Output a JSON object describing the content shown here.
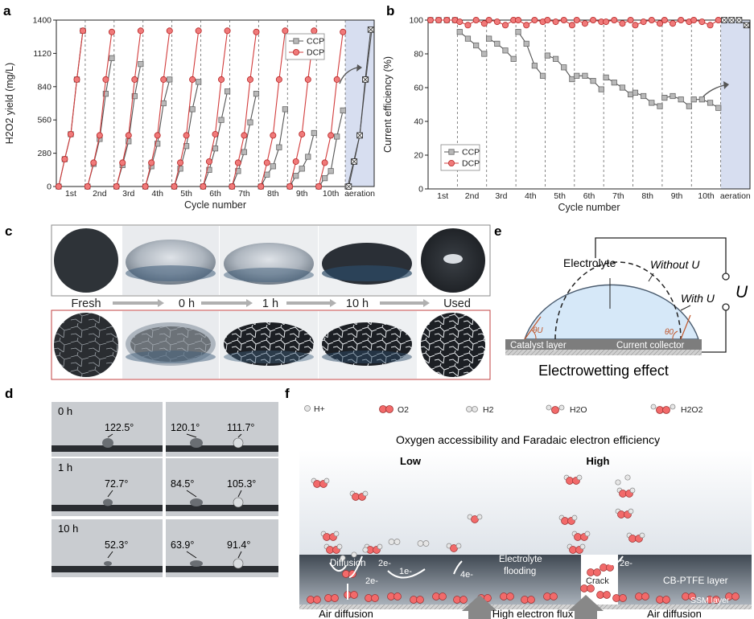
{
  "panels": {
    "a": "a",
    "b": "b",
    "c": "c",
    "d": "d",
    "e": "e",
    "f": "f"
  },
  "chart_data": [
    {
      "type": "line",
      "panel": "a",
      "ylabel": "H2O2 yield (mg/L)",
      "xlabel": "Cycle number",
      "ylim": [
        0,
        1400
      ],
      "yticks": [
        0,
        280,
        560,
        840,
        1120,
        1400
      ],
      "cycle_labels": [
        "1st",
        "2nd",
        "3rd",
        "4th",
        "5th",
        "6th",
        "7th",
        "8th",
        "9th",
        "10th",
        "aeration"
      ],
      "legend_placement": "top-right",
      "series": [
        {
          "name": "CCP",
          "cycles": [
            [
              0,
              230,
              440,
              900,
              1310
            ],
            [
              0,
              190,
              400,
              780,
              1080
            ],
            [
              0,
              180,
              380,
              760,
              1030
            ],
            [
              0,
              170,
              360,
              700,
              900
            ],
            [
              0,
              150,
              340,
              650,
              880
            ],
            [
              0,
              140,
              320,
              560,
              800
            ],
            [
              0,
              130,
              290,
              540,
              780
            ],
            [
              0,
              100,
              170,
              330,
              650
            ],
            [
              0,
              90,
              150,
              250,
              450
            ],
            [
              0,
              70,
              130,
              420,
              640
            ],
            [
              0,
              210,
              430,
              900,
              1320
            ]
          ]
        },
        {
          "name": "DCP",
          "cycles": [
            [
              0,
              230,
              440,
              900,
              1310
            ],
            [
              0,
              200,
              430,
              900,
              1300
            ],
            [
              0,
              200,
              430,
              900,
              1310
            ],
            [
              0,
              200,
              430,
              900,
              1310
            ],
            [
              0,
              200,
              430,
              900,
              1310
            ],
            [
              0,
              210,
              440,
              900,
              1310
            ],
            [
              0,
              200,
              430,
              900,
              1300
            ],
            [
              0,
              200,
              430,
              900,
              1310
            ],
            [
              0,
              210,
              440,
              900,
              1310
            ],
            [
              0,
              200,
              430,
              900,
              1300
            ]
          ]
        }
      ],
      "aeration_markers": [
        0,
        210,
        430,
        900,
        1320
      ]
    },
    {
      "type": "line",
      "panel": "b",
      "ylabel": "Current efficiency (%)",
      "xlabel": "Cycle number",
      "ylim": [
        0,
        100
      ],
      "yticks": [
        0,
        20,
        40,
        60,
        80,
        100
      ],
      "cycle_labels": [
        "1st",
        "2nd",
        "3rd",
        "4th",
        "5th",
        "6th",
        "7th",
        "8th",
        "9th",
        "10th",
        "aeration"
      ],
      "legend_placement": "bottom-left",
      "series": [
        {
          "name": "CCP",
          "cycles": [
            [
              100,
              100,
              100,
              100
            ],
            [
              93,
              89,
              85,
              80
            ],
            [
              89,
              86,
              82,
              77
            ],
            [
              93,
              86,
              73,
              67
            ],
            [
              79,
              77,
              72,
              65
            ],
            [
              67,
              67,
              64,
              59
            ],
            [
              66,
              63,
              60,
              56
            ],
            [
              57,
              55,
              51,
              49
            ],
            [
              54,
              55,
              53,
              49
            ],
            [
              53,
              53,
              51,
              48
            ]
          ]
        },
        {
          "name": "DCP",
          "cycles": [
            [
              100,
              100,
              100,
              100
            ],
            [
              99,
              97,
              100,
              98
            ],
            [
              100,
              99,
              97,
              100
            ],
            [
              100,
              97,
              100,
              99
            ],
            [
              100,
              99,
              100,
              97
            ],
            [
              100,
              98,
              100,
              99
            ],
            [
              99,
              100,
              98,
              100
            ],
            [
              97,
              99,
              100,
              98
            ],
            [
              100,
              98,
              100,
              99
            ],
            [
              100,
              99,
              97,
              100
            ]
          ]
        }
      ],
      "aeration_markers": [
        100,
        100,
        100,
        97
      ]
    }
  ],
  "c": {
    "stages": [
      "Fresh",
      "0 h",
      "1 h",
      "10 h",
      "Used"
    ]
  },
  "d": {
    "rows": [
      {
        "time": "0 h",
        "left": "122.5°",
        "right1": "120.1°",
        "right2": "111.7°"
      },
      {
        "time": "1 h",
        "left": "72.7°",
        "right1": "84.5°",
        "right2": "105.3°"
      },
      {
        "time": "10 h",
        "left": "52.3°",
        "right1": "63.9°",
        "right2": "91.4°"
      }
    ]
  },
  "e": {
    "electrolyte": "Electrolyte",
    "without": "Without U",
    "with": "With U",
    "u": "U",
    "theta_u": "θU",
    "theta_0": "θ0",
    "catalyst": "Catalyst layer",
    "collector": "Current collector",
    "title": "Electrowetting effect"
  },
  "f": {
    "legend": {
      "hplus": "H+",
      "o2": "O2",
      "h2": "H2",
      "h2o": "H2O",
      "h2o2": "H2O2"
    },
    "title": "Oxygen accessibility and Faradaic electron efficiency",
    "low": "Low",
    "high": "High",
    "diffusion": "Diffusion",
    "two_e": "2e-",
    "one_e": "1e-",
    "four_e": "4e-",
    "flooding1": "Electrolyte",
    "flooding2": "flooding",
    "crack": "Crack",
    "cbptfe": "CB-PTFE layer",
    "ssm": "SSM layer",
    "air1": "Air diffusion",
    "flux": "High electron flux",
    "air2": "Air diffusion"
  }
}
